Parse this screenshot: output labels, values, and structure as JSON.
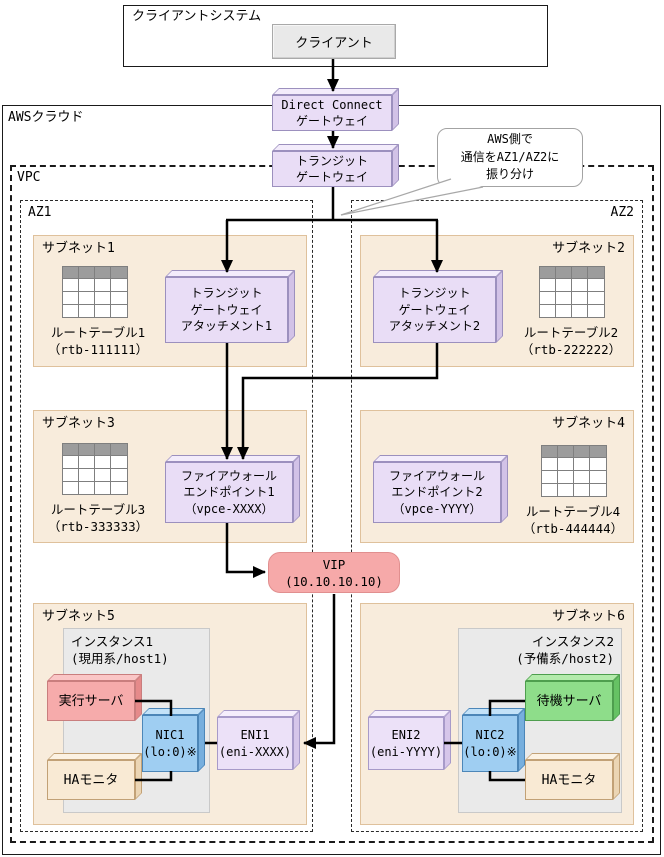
{
  "client_system": {
    "title": "クライアントシステム",
    "client": "クライアント"
  },
  "aws": {
    "label": "AWSクラウド"
  },
  "vpc": {
    "label": "VPC"
  },
  "az1": {
    "label": "AZ1"
  },
  "az2": {
    "label": "AZ2"
  },
  "direct_connect_gw": {
    "lines": [
      "Direct Connect",
      "ゲートウェイ"
    ]
  },
  "transit_gw": {
    "lines": [
      "トランジット",
      "ゲートウェイ"
    ]
  },
  "callout": {
    "lines": [
      "AWS側で",
      "通信をAZ1/AZ2に",
      "振り分け"
    ]
  },
  "subnet1": {
    "label": "サブネット1",
    "route_table": {
      "name": "ルートテーブル1",
      "id": "（rtb-111111）"
    },
    "attachment": {
      "lines": [
        "トランジット",
        "ゲートウェイ",
        "アタッチメント1"
      ]
    }
  },
  "subnet2": {
    "label": "サブネット2",
    "route_table": {
      "name": "ルートテーブル2",
      "id": "（rtb-222222）"
    },
    "attachment": {
      "lines": [
        "トランジット",
        "ゲートウェイ",
        "アタッチメント2"
      ]
    }
  },
  "subnet3": {
    "label": "サブネット3",
    "route_table": {
      "name": "ルートテーブル3",
      "id": "（rtb-333333）"
    },
    "firewall": {
      "lines": [
        "ファイアウォール",
        "エンドポイント1",
        "（vpce-XXXX）"
      ]
    }
  },
  "subnet4": {
    "label": "サブネット4",
    "route_table": {
      "name": "ルートテーブル4",
      "id": "（rtb-444444）"
    },
    "firewall": {
      "lines": [
        "ファイアウォール",
        "エンドポイント2",
        "（vpce-YYYY）"
      ]
    }
  },
  "vip": {
    "lines": [
      "VIP",
      "(10.10.10.10)"
    ]
  },
  "subnet5": {
    "label": "サブネット5",
    "instance": {
      "lines": [
        "インスタンス1",
        "(現用系/host1)"
      ]
    },
    "exec_server": "実行サーバ",
    "ha_monitor": "HAモニタ",
    "nic": {
      "lines": [
        "NIC1",
        "(lo:0)※"
      ]
    },
    "eni": {
      "lines": [
        "ENI1",
        "(eni-XXXX)"
      ]
    }
  },
  "subnet6": {
    "label": "サブネット6",
    "instance": {
      "lines": [
        "インスタンス2",
        "(予備系/host2)"
      ]
    },
    "standby_server": "待機サーバ",
    "ha_monitor": "HAモニタ",
    "nic": {
      "lines": [
        "NIC2",
        "(lo:0)※"
      ]
    },
    "eni": {
      "lines": [
        "ENI2",
        "(eni-YYYY)"
      ]
    }
  },
  "colors": {
    "subnet_fill": "#f8ecdc",
    "subnet_border": "#dfc19c",
    "gateway_purple": "#e9ddf6",
    "eni_purple": "#ece1f8",
    "vip_pink": "#f6a9a9",
    "exec_pink": "#f6abab",
    "standby_green": "#8edd8a",
    "nic_blue": "#9fcef2",
    "ha_tan": "#f9ead4",
    "instance_gray": "#eaeaea",
    "client_gray": "#e9e9e9",
    "connector_black": "#000000"
  }
}
